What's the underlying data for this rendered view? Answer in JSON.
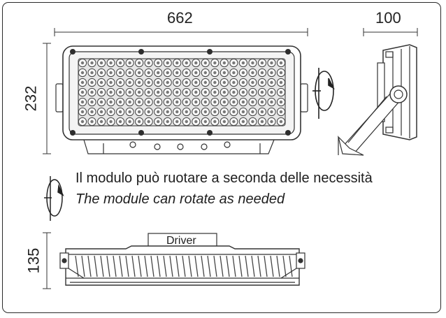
{
  "dimensions": {
    "width": "662",
    "depth": "100",
    "height": "232",
    "section_height": "135"
  },
  "captions": {
    "italian": "Il modulo può ruotare a seconda delle necessità",
    "english": "The module can rotate as needed"
  },
  "labels": {
    "driver": "Driver"
  },
  "led_grid": {
    "rows": 7,
    "columns": 22
  }
}
